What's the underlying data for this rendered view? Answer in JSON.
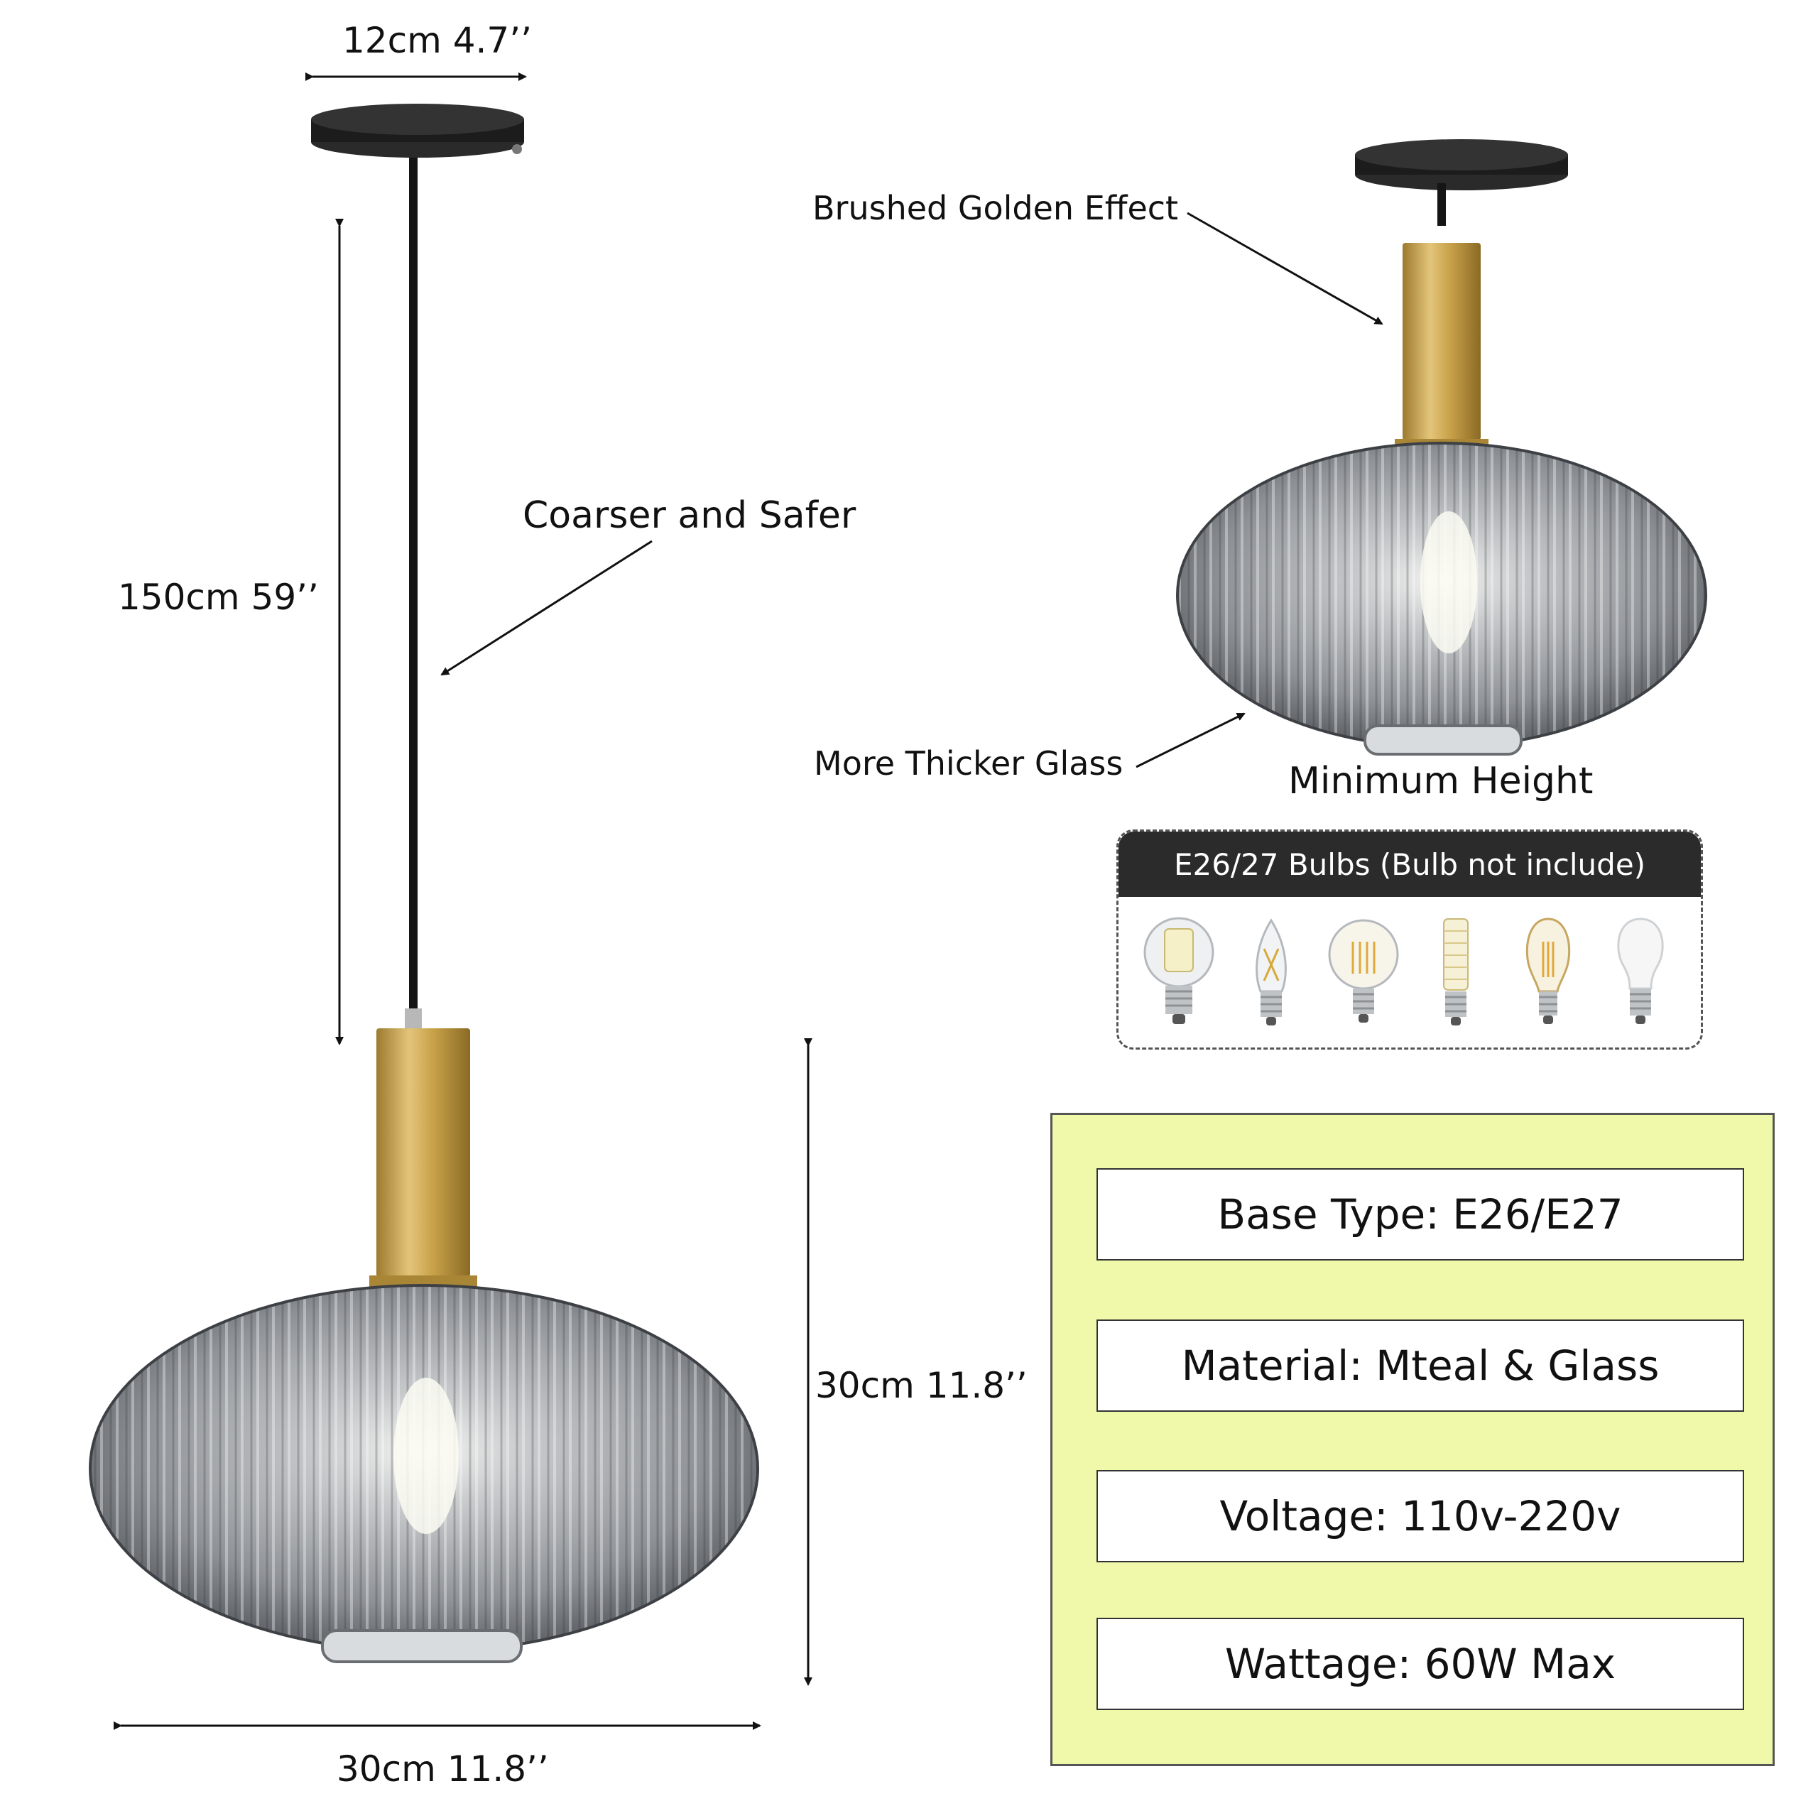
{
  "dimensions": {
    "canopy_width": "12cm 4.7’’",
    "cord_length": "150cm 59’’",
    "shade_height": "30cm 11.8’’",
    "shade_width": "30cm 11.8’’"
  },
  "callouts": {
    "cord": "Coarser and Safer",
    "socket": "Brushed Golden Effect",
    "glass": "More Thicker Glass",
    "min_height": "Minimum Height"
  },
  "bulbs": {
    "title": "E26/27 Bulbs (Bulb not include)",
    "icons": [
      "led-corn-globe-bulb-icon",
      "candle-filament-bulb-icon",
      "globe-filament-bulb-icon",
      "led-corn-bulb-icon",
      "st-filament-bulb-icon",
      "a19-led-bulb-icon"
    ]
  },
  "specs": {
    "base_type": "Base Type: E26/E27",
    "material": "Material: Mteal & Glass",
    "voltage": "Voltage: 110v-220v",
    "wattage": "Wattage: 60W Max"
  },
  "colors": {
    "canopy": "#1c1c1c",
    "brass": "#c9a24a",
    "glass": "#8e9297",
    "spec_background": "#eff9a9",
    "bulb_header": "#2b2b2b"
  }
}
